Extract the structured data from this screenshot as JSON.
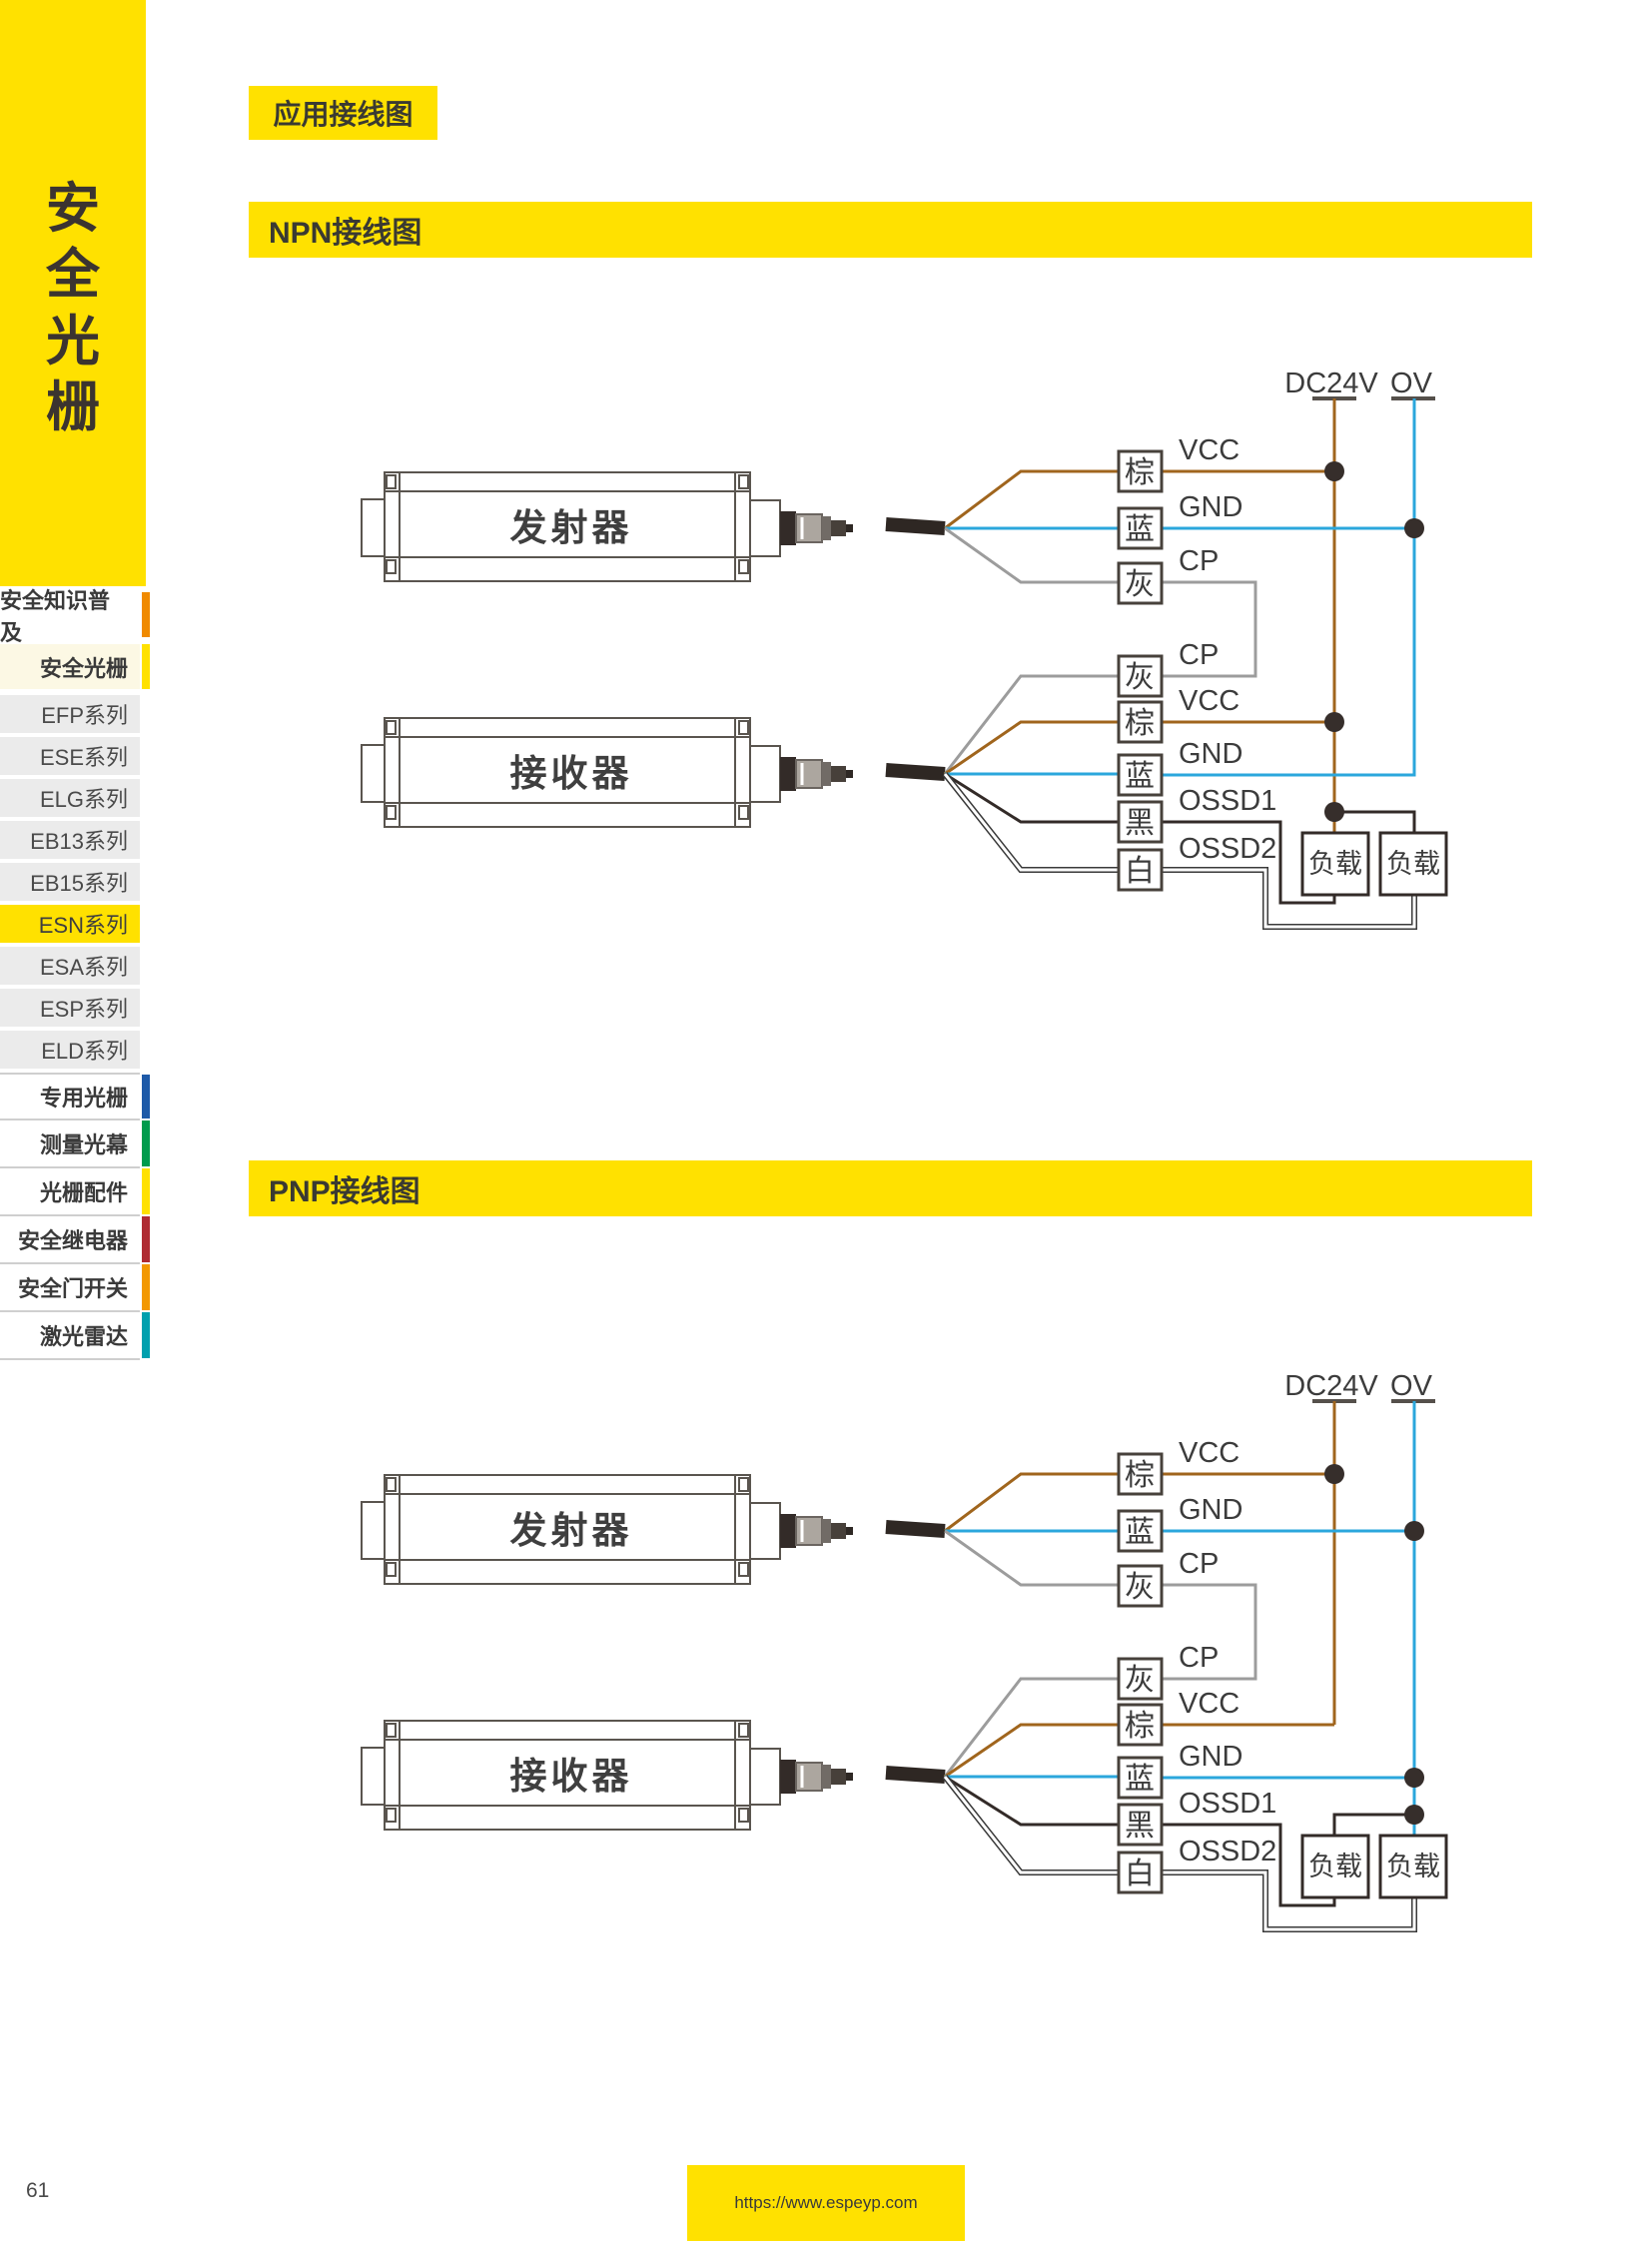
{
  "page": {
    "number": "61"
  },
  "footer": {
    "url": "https://www.espeyp.com"
  },
  "sidebar": {
    "vertical_title": "安全光栅",
    "items": [
      {
        "label": "安全知识普及",
        "accent": "#F08A00"
      },
      {
        "label": "安全光栅",
        "accent": "#FFE100",
        "active_group": true
      },
      {
        "label": "EFP系列"
      },
      {
        "label": "ESE系列"
      },
      {
        "label": "ELG系列"
      },
      {
        "label": "EB13系列"
      },
      {
        "label": "EB15系列"
      },
      {
        "label": "ESN系列",
        "active": true
      },
      {
        "label": "ESA系列"
      },
      {
        "label": "ESP系列"
      },
      {
        "label": "ELD系列"
      },
      {
        "label": "专用光栅",
        "accent": "#1E5AA8"
      },
      {
        "label": "测量光幕",
        "accent": "#009B4C"
      },
      {
        "label": "光栅配件",
        "accent": "#FFE100"
      },
      {
        "label": "安全继电器",
        "accent": "#AF2B32"
      },
      {
        "label": "安全门开关",
        "accent": "#F39800"
      },
      {
        "label": "激光雷达",
        "accent": "#00A0AE"
      }
    ]
  },
  "content": {
    "badge": "应用接线图",
    "npn_title": "NPN接线图",
    "pnp_title": "PNP接线图"
  },
  "wiring": {
    "power": {
      "dc24v": "DC24V",
      "ov": "OV"
    },
    "emitter_label": "发射器",
    "receiver_label": "接收器",
    "load_label": "负载",
    "emitter_wires": [
      {
        "color_name": "棕",
        "signal": "VCC",
        "color": "#A0651D"
      },
      {
        "color_name": "蓝",
        "signal": "GND",
        "color": "#2BA7DC"
      },
      {
        "color_name": "灰",
        "signal": "CP",
        "color": "#9C9C9C"
      }
    ],
    "receiver_wires": [
      {
        "color_name": "灰",
        "signal": "CP",
        "color": "#9C9C9C"
      },
      {
        "color_name": "棕",
        "signal": "VCC",
        "color": "#A0651D"
      },
      {
        "color_name": "蓝",
        "signal": "GND",
        "color": "#2BA7DC"
      },
      {
        "color_name": "黑",
        "signal": "OSSD1",
        "color": "#332B28"
      },
      {
        "color_name": "白",
        "signal": "OSSD2",
        "color": "#FFFFFF"
      }
    ],
    "colors": {
      "accent_yellow": "#FFE100",
      "wire_brown": "#A0651D",
      "wire_blue": "#2BA7DC",
      "wire_gray": "#9C9C9C",
      "ink": "#3A3A3A"
    }
  }
}
